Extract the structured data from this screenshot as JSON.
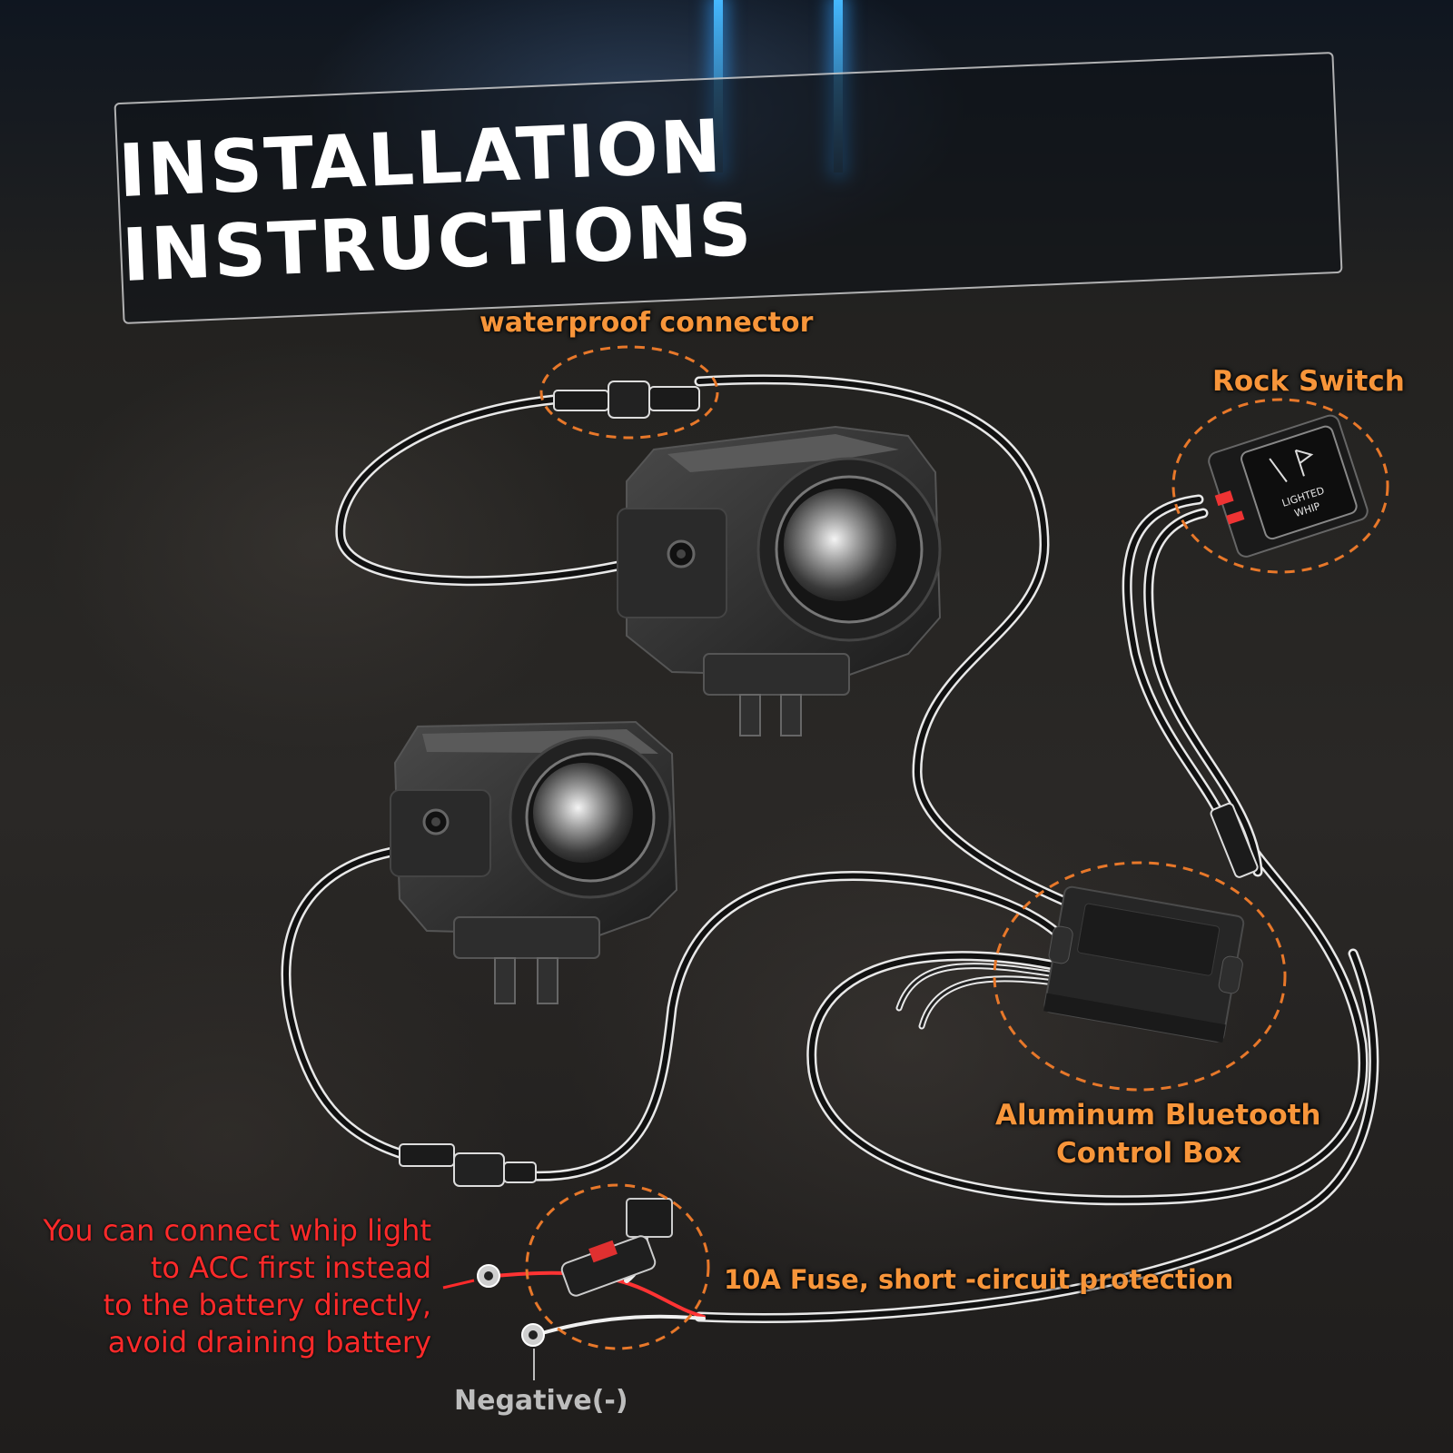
{
  "title": "INSTALLATION INSTRUCTIONS",
  "labels": {
    "waterproof_connector": "waterproof connector",
    "rock_switch": "Rock Switch",
    "control_box_line1": "Aluminum Bluetooth",
    "control_box_line2": "Control Box",
    "fuse": "10A Fuse, short -circuit protection",
    "acc_note": [
      "You can connect whip light",
      "to ACC first instead",
      "to the battery directly,",
      "avoid draining battery"
    ],
    "negative": "Negative(-)"
  },
  "switch_text": [
    "LIGHTED",
    "WHIP"
  ],
  "colors": {
    "accent_orange": "#f7953a",
    "note_red": "#ff2a2a",
    "beam_blue": "#45b8ff"
  }
}
